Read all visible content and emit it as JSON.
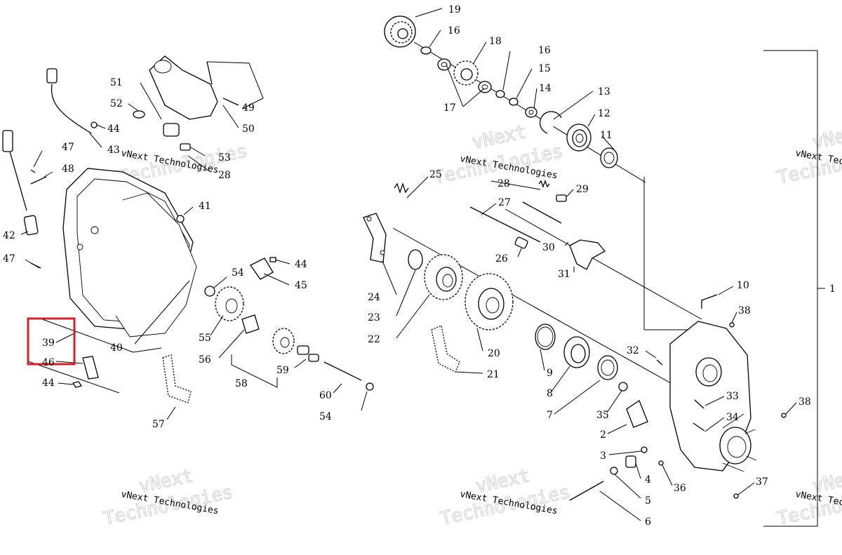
{
  "watermarks": {
    "brand_line": "vNext Technologies",
    "big_word": "Technologies",
    "corner_brand": "vNext"
  },
  "highlight": {
    "color": "#d6202a",
    "target_part": "39"
  },
  "callouts": [
    {
      "id": "19"
    },
    {
      "id": "16a"
    },
    {
      "id": "18"
    },
    {
      "id": "16b"
    },
    {
      "id": "15"
    },
    {
      "id": "14"
    },
    {
      "id": "13"
    },
    {
      "id": "12"
    },
    {
      "id": "17"
    },
    {
      "id": "11"
    },
    {
      "id": "25"
    },
    {
      "id": "28r"
    },
    {
      "id": "29"
    },
    {
      "id": "27"
    },
    {
      "id": "26"
    },
    {
      "id": "30"
    },
    {
      "id": "31"
    },
    {
      "id": "24"
    },
    {
      "id": "23"
    },
    {
      "id": "22"
    },
    {
      "id": "20"
    },
    {
      "id": "21"
    },
    {
      "id": "9"
    },
    {
      "id": "8"
    },
    {
      "id": "7"
    },
    {
      "id": "10"
    },
    {
      "id": "38a"
    },
    {
      "id": "32"
    },
    {
      "id": "33"
    },
    {
      "id": "35"
    },
    {
      "id": "34"
    },
    {
      "id": "38b"
    },
    {
      "id": "2"
    },
    {
      "id": "3"
    },
    {
      "id": "4"
    },
    {
      "id": "5"
    },
    {
      "id": "6"
    },
    {
      "id": "36"
    },
    {
      "id": "37"
    },
    {
      "id": "1"
    },
    {
      "id": "51"
    },
    {
      "id": "52"
    },
    {
      "id": "44a"
    },
    {
      "id": "43"
    },
    {
      "id": "47a"
    },
    {
      "id": "48"
    },
    {
      "id": "53"
    },
    {
      "id": "28l"
    },
    {
      "id": "49"
    },
    {
      "id": "50"
    },
    {
      "id": "41"
    },
    {
      "id": "42"
    },
    {
      "id": "47b"
    },
    {
      "id": "44b"
    },
    {
      "id": "45"
    },
    {
      "id": "54a"
    },
    {
      "id": "40"
    },
    {
      "id": "39"
    },
    {
      "id": "46"
    },
    {
      "id": "44c"
    },
    {
      "id": "55"
    },
    {
      "id": "56"
    },
    {
      "id": "59"
    },
    {
      "id": "58"
    },
    {
      "id": "60"
    },
    {
      "id": "54b"
    },
    {
      "id": "57"
    }
  ],
  "labels": {
    "19": "19",
    "16a": "16",
    "18": "18",
    "16b": "16",
    "15": "15",
    "14": "14",
    "13": "13",
    "12": "12",
    "17": "17",
    "11": "11",
    "25": "25",
    "28r": "28",
    "29": "29",
    "27": "27",
    "26": "26",
    "30": "30",
    "31": "31",
    "24": "24",
    "23": "23",
    "22": "22",
    "20": "20",
    "21": "21",
    "9": "9",
    "8": "8",
    "7": "7",
    "10": "10",
    "38a": "38",
    "32": "32",
    "33": "33",
    "35": "35",
    "34": "34",
    "38b": "38",
    "2": "2",
    "3": "3",
    "4": "4",
    "5": "5",
    "6": "6",
    "36": "36",
    "37": "37",
    "1": "1",
    "51": "51",
    "52": "52",
    "44a": "44",
    "43": "43",
    "47a": "47",
    "48": "48",
    "53": "53",
    "28l": "28",
    "49": "49",
    "50": "50",
    "41": "41",
    "42": "42",
    "47b": "47",
    "44b": "44",
    "45": "45",
    "54a": "54",
    "40": "40",
    "39": "39",
    "46": "46",
    "44c": "44",
    "55": "55",
    "56": "56",
    "59": "59",
    "58": "58",
    "60": "60",
    "54b": "54",
    "57": "57"
  }
}
